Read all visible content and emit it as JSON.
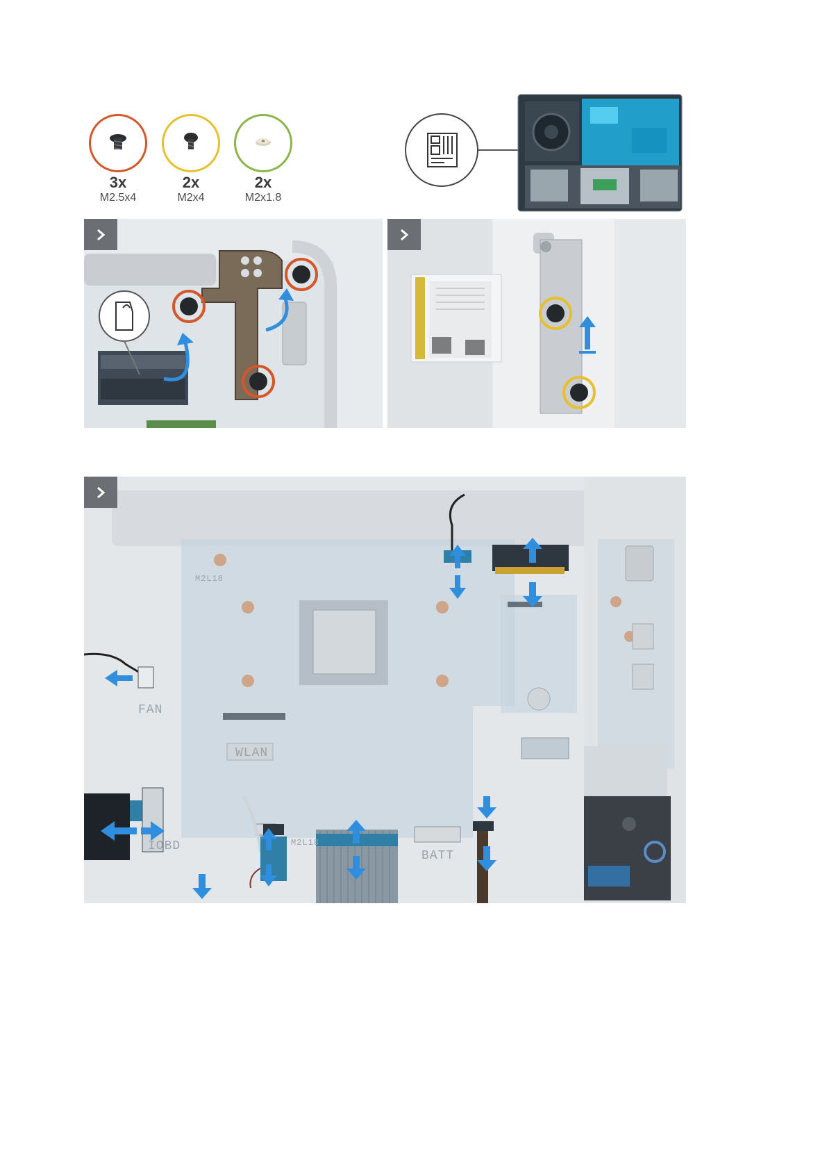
{
  "screws": [
    {
      "qty": "3x",
      "size": "M2.5x4",
      "color": "#d4572a",
      "icon": "screw-icon"
    },
    {
      "qty": "2x",
      "size": "M2x4",
      "color": "#e6c02e",
      "icon": "screw-icon"
    },
    {
      "qty": "2x",
      "size": "M2x1.8",
      "color": "#8bb54a",
      "icon": "flat-screw-icon"
    }
  ],
  "component_icon": "system-board-icon",
  "step_icon": "chevron-right-icon",
  "highlight_color": "#22b8e6",
  "arrow_color": "#2f8fde",
  "board_labels": {
    "fan": "FAN",
    "wlan": "WLAN",
    "iobd": "IOBD",
    "batt": "BATT",
    "m2l18_a": "M2L18",
    "m2l18_b": "M2L18"
  }
}
